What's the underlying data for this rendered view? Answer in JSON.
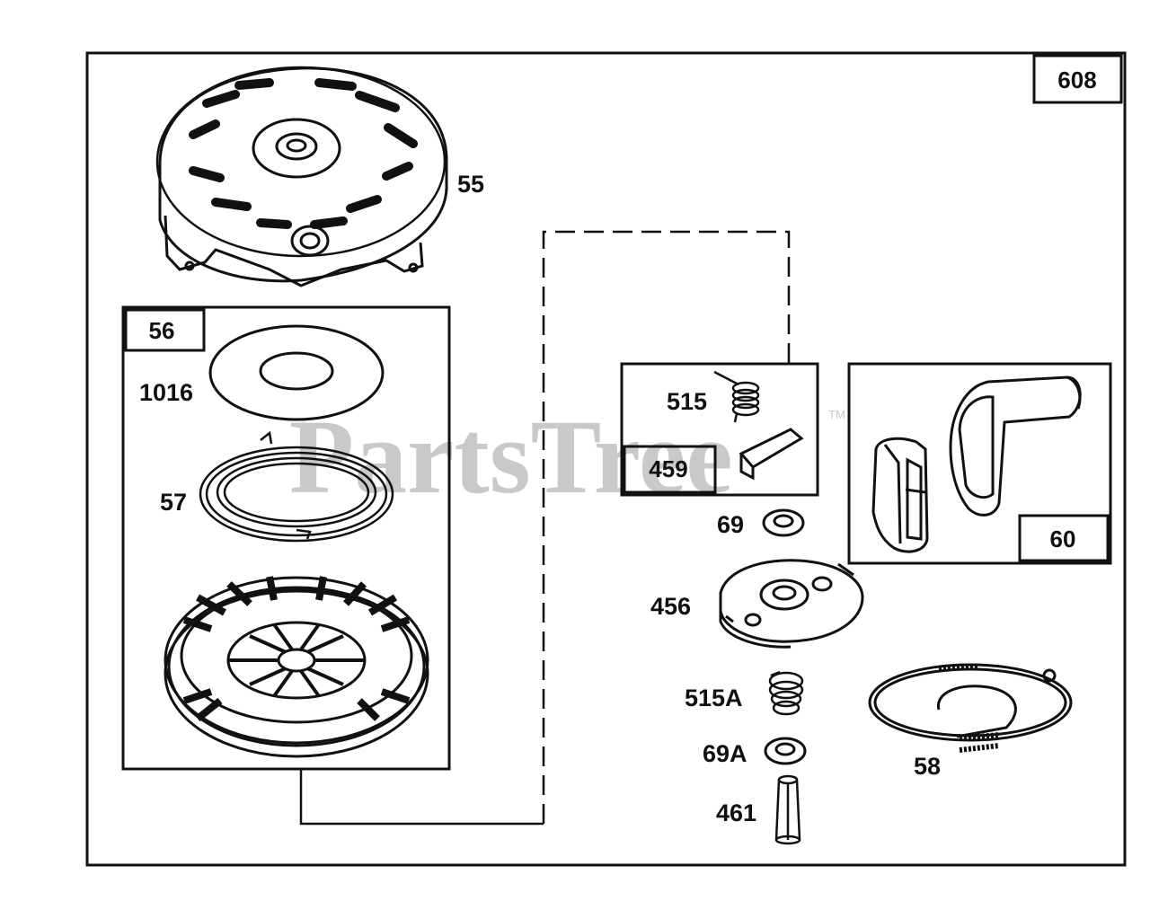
{
  "diagram": {
    "assembly_number": "608",
    "watermark": "PartsTree",
    "watermark_tm": "TM",
    "boxes": {
      "starter_pulley_kit": "56",
      "spring_kit": "459",
      "handle_kit": "60"
    },
    "part_labels": {
      "p55": "55",
      "p1016": "1016",
      "p57": "57",
      "p515": "515",
      "p69": "69",
      "p456": "456",
      "p515a": "515A",
      "p69a": "69A",
      "p461": "461",
      "p58": "58"
    }
  }
}
